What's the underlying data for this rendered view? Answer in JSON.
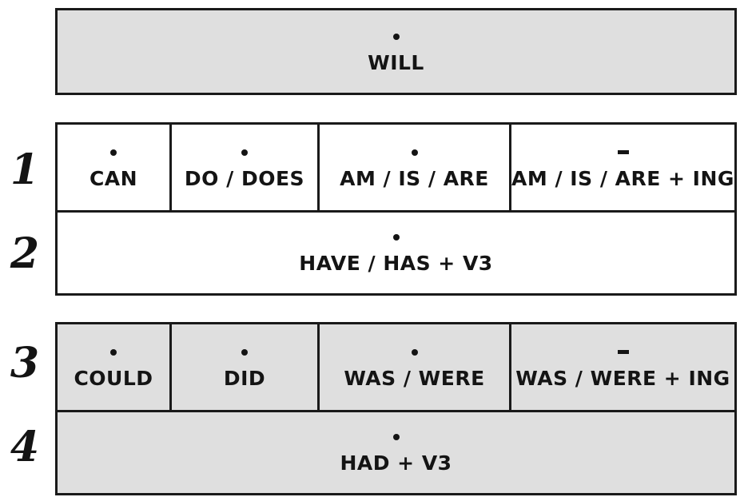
{
  "will_block": {
    "marker": "dot",
    "label": "WILL"
  },
  "present_group": {
    "top_number": "1",
    "bottom_number": "2",
    "top_cells": [
      {
        "marker": "dot",
        "label": "CAN"
      },
      {
        "marker": "dot",
        "label": "DO / DOES"
      },
      {
        "marker": "dot",
        "label": "AM / IS / ARE"
      },
      {
        "marker": "dash",
        "label": "AM / IS / ARE + ING"
      }
    ],
    "bottom_cell": {
      "marker": "dot",
      "label": "HAVE / HAS + V3"
    }
  },
  "past_group": {
    "top_number": "3",
    "bottom_number": "4",
    "top_cells": [
      {
        "marker": "dot",
        "label": "COULD"
      },
      {
        "marker": "dot",
        "label": "DID"
      },
      {
        "marker": "dot",
        "label": "WAS / WERE"
      },
      {
        "marker": "dash",
        "label": "WAS / WERE + ING"
      }
    ],
    "bottom_cell": {
      "marker": "dot",
      "label": "HAD + V3"
    }
  },
  "colors": {
    "shaded_fill": "#dfdfdf",
    "plain_fill": "#ffffff",
    "border": "#1a1a1a",
    "text": "#141414"
  }
}
